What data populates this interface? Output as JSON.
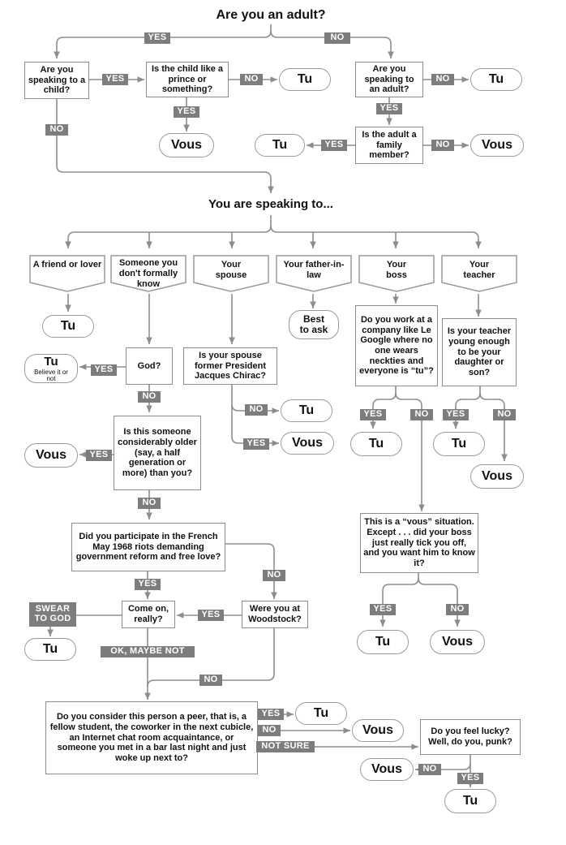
{
  "title": "Are you an adult?",
  "section_title": "You are speaking to...",
  "colors": {
    "label_bg": "#7d7d7d",
    "line": "#8d8d8d",
    "text": "#111111"
  },
  "questions": {
    "q_child": "Are you speaking to a child?",
    "q_prince": "Is the child like a prince or something?",
    "q_adult": "Are you speaking to an adult?",
    "q_family": "Is the adult a family member?",
    "q_god": "God?",
    "q_chirac": "Is your spouse former President Jacques Chirac?",
    "q_google": "Do you work at a company like Le Google where no one wears neckties and everyone is “tu”?",
    "q_teacher": "Is your teacher young enough to be your daughter or son?",
    "q_older": "Is this someone considerably older (say, a half generation or more) than you?",
    "q_riots": "Did you participate in the French May 1968 riots demanding government reform and free love?",
    "q_really": "Come on, really?",
    "q_woodstock": "Were you at Woodstock?",
    "q_boss_vous": "This is a “vous” situation. Except . . . did your boss just really tick you off, and you want him to know it?",
    "q_peer": "Do you consider this person a peer, that is, a fellow student, the coworker in the next cubicle, an Internet chat room acquaintance, or someone you met in a bar last night and just woke up next to?",
    "q_lucky": "Do you feel lucky? Well, do you, punk?"
  },
  "categories": {
    "friend": "A friend or lover",
    "someone": "Someone you don't formally know",
    "spouse": "Your spouse",
    "father": "Your father-in-law",
    "boss": "Your boss",
    "teacher": "Your teacher"
  },
  "answers": {
    "tu": "Tu",
    "vous": "Vous",
    "best": "Best to ask",
    "believe": "Believe it or not"
  },
  "labels": {
    "yes": "YES",
    "no": "NO",
    "swear": "SWEAR TO GOD",
    "maybe_not": "OK, MAYBE NOT",
    "not_sure": "NOT SURE"
  }
}
